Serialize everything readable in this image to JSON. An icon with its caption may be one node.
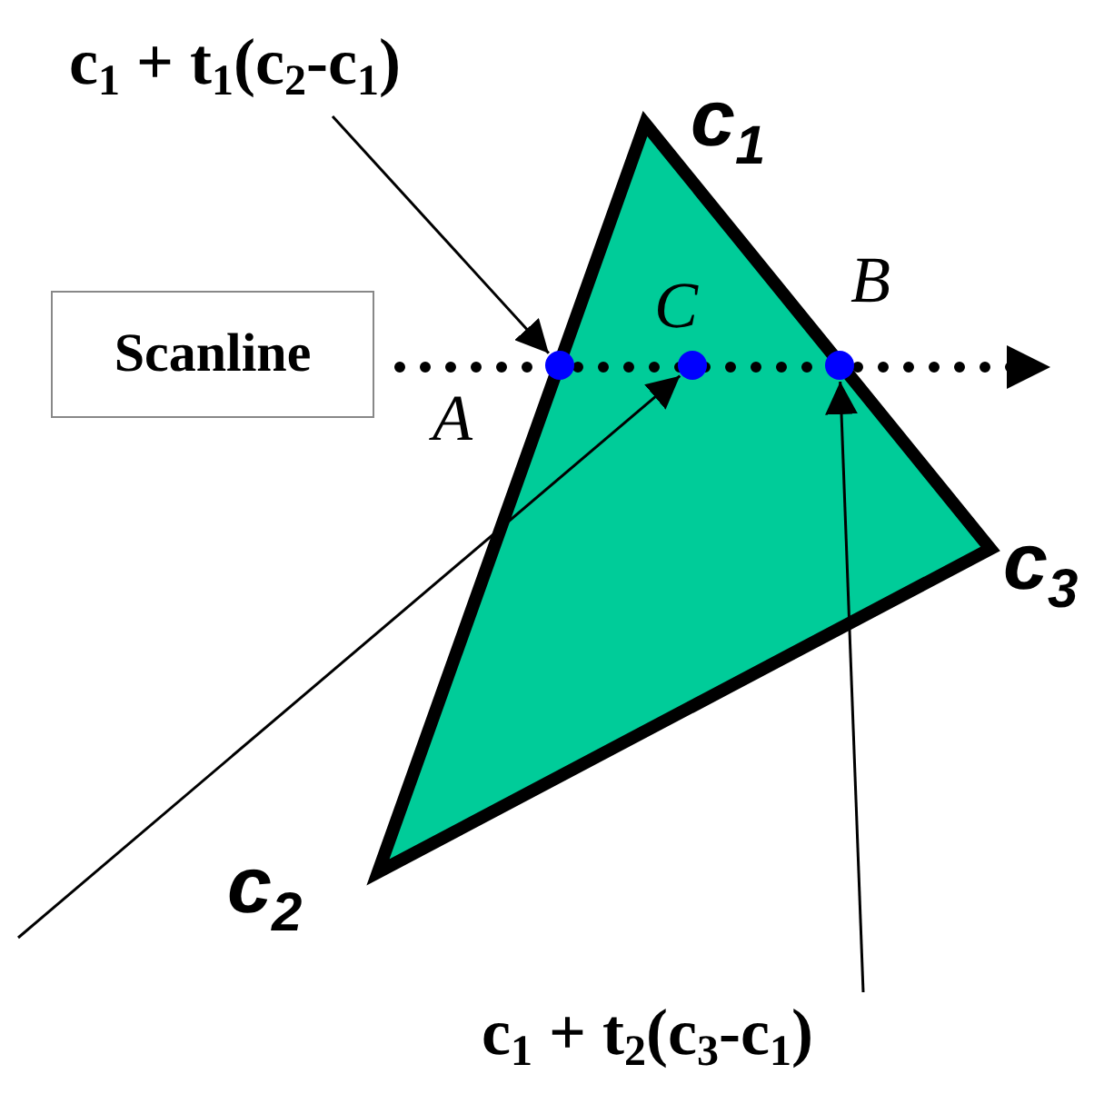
{
  "diagram": {
    "nodes": [
      {
        "text": [
          "c$_{1}$ + t$_{1}$(c$_{2}$-c$_{1}$)"
        ]
      },
      {
        "text": [
          "Scanline"
        ]
      },
      {
        "text": [],
        "shape": "circle",
        "beside": [
          "A"
        ]
      },
      {
        "text": [],
        "shape": "circle",
        "beside": [
          "C"
        ]
      },
      {
        "text": [],
        "shape": "circle",
        "beside": [
          "B"
        ]
      },
      {
        "text": [
          "c$_{1}$ + t$_{2}$(c$_{3}$-c$_{1}$)"
        ]
      }
    ],
    "edges": [
      {
        "from": 0,
        "to": 2,
        "arrow": "to"
      },
      {
        "from": null,
        "to": 3,
        "arrow": "to"
      },
      {
        "from": 5,
        "to": 4,
        "arrow": "to"
      },
      {
        "from": 1,
        "to": null,
        "arrow": "to",
        "style": "dashed"
      }
    ],
    "labels": [
      "c$_{1}$",
      "c$_{3}$",
      "c$_{2}$"
    ]
  }
}
